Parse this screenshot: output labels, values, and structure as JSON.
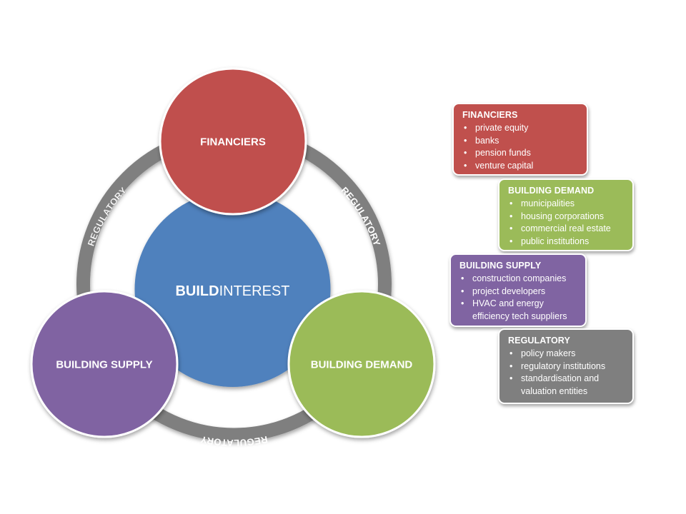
{
  "diagram": {
    "center": {
      "bold": "BUILD",
      "rest": "INTEREST",
      "color": "#4f81bd"
    },
    "nodes": {
      "financiers": {
        "label": "FINANCIERS",
        "color": "#c0504d"
      },
      "supply": {
        "label": "BUILDING SUPPLY",
        "color": "#8064a2"
      },
      "demand": {
        "label": "BUILDING DEMAND",
        "color": "#9bbb59"
      }
    },
    "ring": {
      "label": "REGULATORY",
      "color": "#7f7f7f"
    }
  },
  "legend": {
    "financiers": {
      "title": "FINANCIERS",
      "items": [
        "private equity",
        "banks",
        "pension funds",
        "venture capital"
      ],
      "color": "#c0504d"
    },
    "demand": {
      "title": "BUILDING DEMAND",
      "items": [
        "municipalities",
        "housing corporations",
        "commercial real estate",
        "public institutions"
      ],
      "color": "#9bbb59"
    },
    "supply": {
      "title": "BUILDING SUPPLY",
      "items": [
        "construction companies",
        "project developers",
        "HVAC and energy efficiency tech suppliers"
      ],
      "color": "#8064a2"
    },
    "regulatory": {
      "title": "REGULATORY",
      "items": [
        "policy makers",
        "regulatory institutions",
        "standardisation and valuation entities"
      ],
      "color": "#7f7f7f"
    }
  }
}
